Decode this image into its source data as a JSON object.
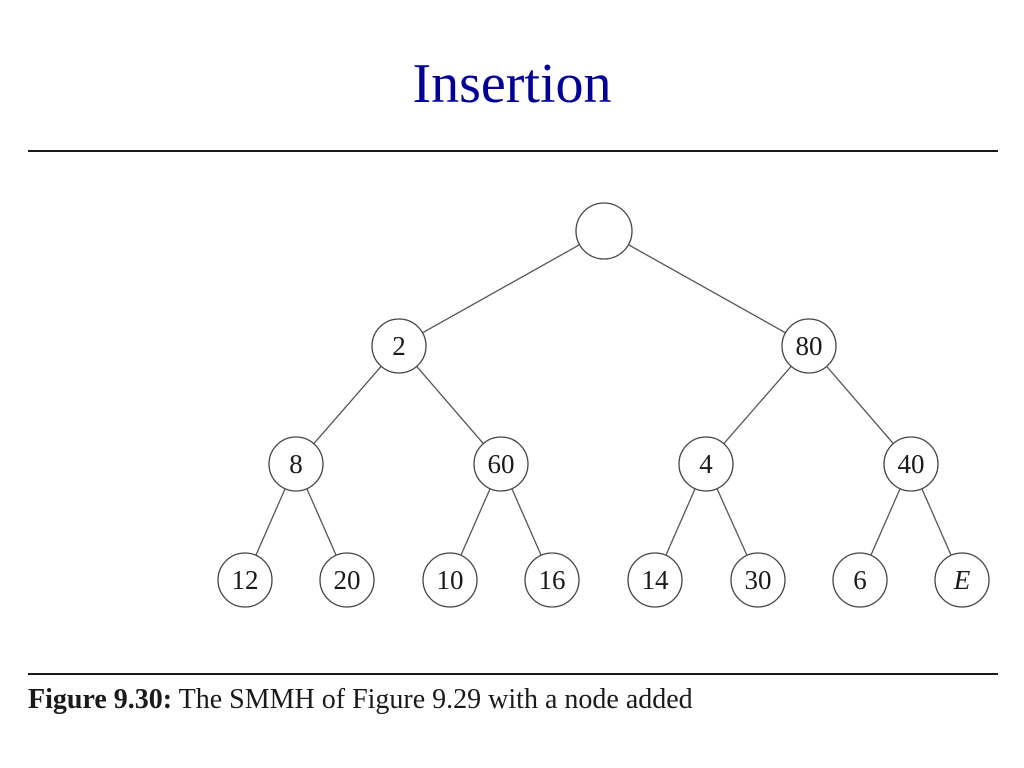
{
  "title": "Insertion",
  "caption": {
    "label": "Figure 9.30:",
    "text": "The SMMH of Figure 9.29 with a node added"
  },
  "tree": {
    "nodes": [
      {
        "id": "root",
        "value": "",
        "italic": false
      },
      {
        "id": "n1",
        "value": "2",
        "italic": false
      },
      {
        "id": "n2",
        "value": "80",
        "italic": false
      },
      {
        "id": "n3",
        "value": "8",
        "italic": false
      },
      {
        "id": "n4",
        "value": "60",
        "italic": false
      },
      {
        "id": "n5",
        "value": "4",
        "italic": false
      },
      {
        "id": "n6",
        "value": "40",
        "italic": false
      },
      {
        "id": "n7",
        "value": "12",
        "italic": false
      },
      {
        "id": "n8",
        "value": "20",
        "italic": false
      },
      {
        "id": "n9",
        "value": "10",
        "italic": false
      },
      {
        "id": "n10",
        "value": "16",
        "italic": false
      },
      {
        "id": "n11",
        "value": "14",
        "italic": false
      },
      {
        "id": "n12",
        "value": "30",
        "italic": false
      },
      {
        "id": "n13",
        "value": "6",
        "italic": false
      },
      {
        "id": "n14",
        "value": "E",
        "italic": true
      }
    ],
    "edges": [
      [
        "root",
        "n1"
      ],
      [
        "root",
        "n2"
      ],
      [
        "n1",
        "n3"
      ],
      [
        "n1",
        "n4"
      ],
      [
        "n2",
        "n5"
      ],
      [
        "n2",
        "n6"
      ],
      [
        "n3",
        "n7"
      ],
      [
        "n3",
        "n8"
      ],
      [
        "n4",
        "n9"
      ],
      [
        "n4",
        "n10"
      ],
      [
        "n5",
        "n11"
      ],
      [
        "n5",
        "n12"
      ],
      [
        "n6",
        "n13"
      ],
      [
        "n6",
        "n14"
      ]
    ]
  }
}
